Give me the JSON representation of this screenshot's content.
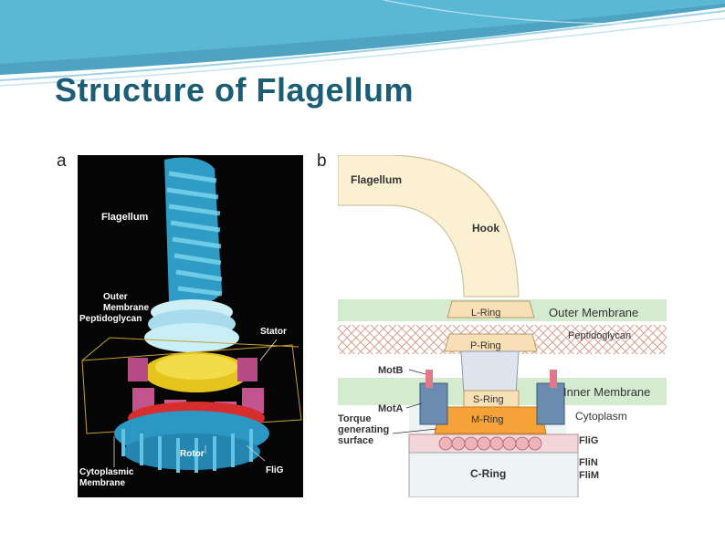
{
  "slide": {
    "title": "Structure of Flagellum"
  },
  "panel_a": {
    "letter": "a",
    "labels": {
      "flagellum": "Flagellum",
      "outer_membrane": "Outer",
      "outer_membrane_2": "Membrane",
      "peptidoglycan": "Peptidoglycan",
      "stator": "Stator",
      "rotor": "Rotor",
      "flig": "FliG",
      "cytoplasmic": "Cytoplasmic",
      "cytoplasmic_2": "Membrane"
    }
  },
  "panel_b": {
    "letter": "b",
    "labels": {
      "flagellum": "Flagellum",
      "hook": "Hook",
      "l_ring": "L-Ring",
      "p_ring": "P-Ring",
      "s_ring": "S-Ring",
      "m_ring": "M-Ring",
      "c_ring": "C-Ring",
      "outer_membrane": "Outer Membrane",
      "peptidoglycan": "Peptidoglycan",
      "inner_membrane": "Inner Membrane",
      "cytoplasm": "Cytoplasm",
      "motb": "MotB",
      "mota": "MotA",
      "torque_1": "Torque",
      "torque_2": "generating",
      "torque_3": "surface",
      "flig": "FliG",
      "flin": "FliN",
      "flim": "FliM"
    }
  },
  "colors": {
    "title": "#1b5d75",
    "banner_teal": "#3a9fbf",
    "flagellum_blue": "#3ab0d4",
    "membrane_green": "#d6ecd0",
    "hook_cream": "#fbf1d2",
    "m_ring_orange": "#f5a238",
    "rotor_magenta": "#b8457c"
  }
}
